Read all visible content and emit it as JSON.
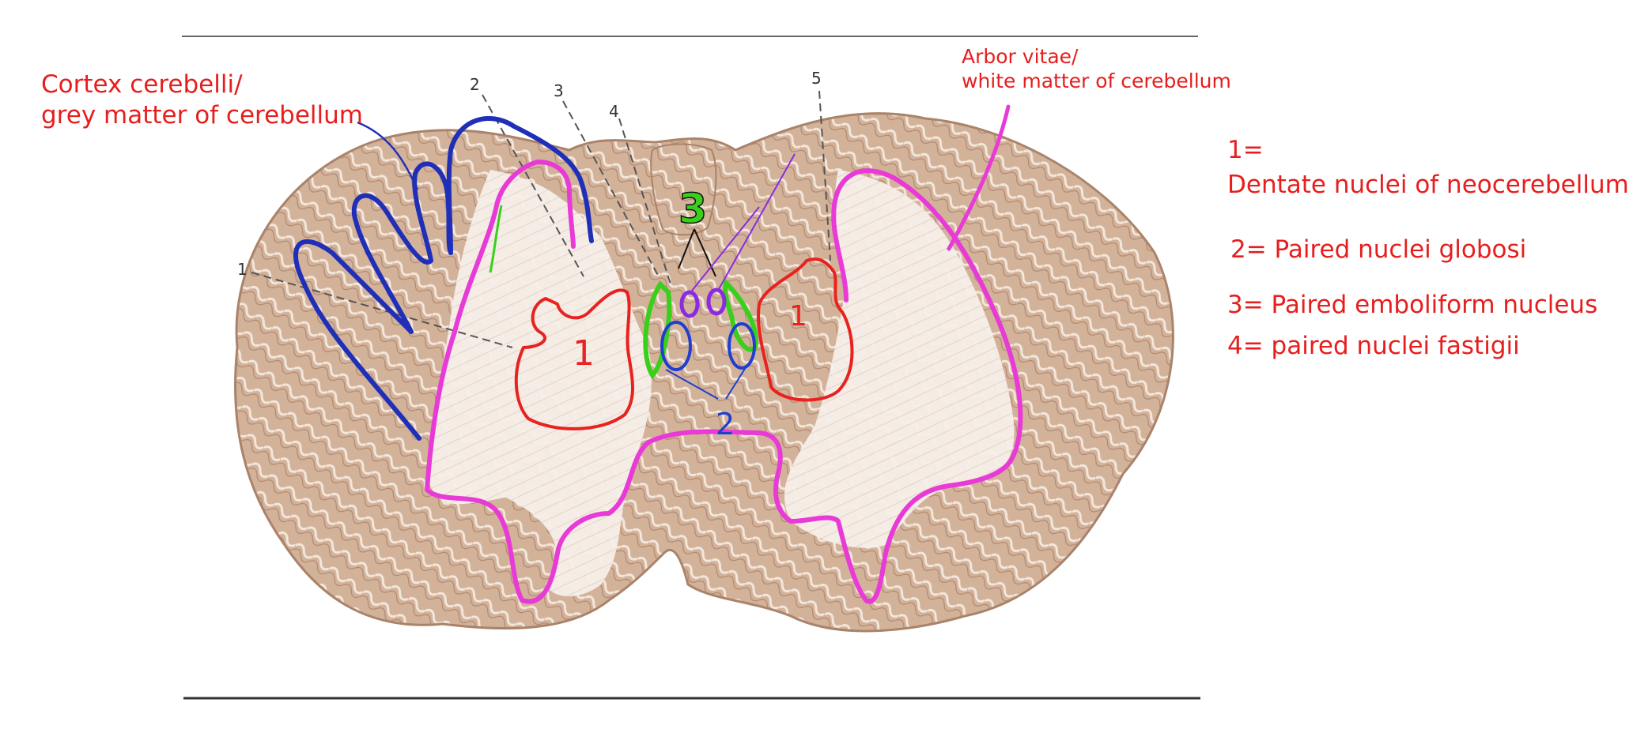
{
  "labels": {
    "cortex_line1": "Cortex cerebelli/",
    "cortex_line2": "grey matter of cerebellum",
    "arbor_line1": "Arbor vitae/",
    "arbor_line2": "white matter of cerebellum"
  },
  "legend": {
    "item1_line1": "1=",
    "item1_line2": "Dentate nuclei of neocerebellum",
    "item2": "2= Paired nuclei globosi",
    "item3": "3= Paired emboliform nucleus",
    "item4": "4= paired nuclei fastigii"
  },
  "figure_numbers": [
    "1",
    "2",
    "3",
    "4",
    "5"
  ],
  "handwritten_marks": {
    "dentate_left": "1",
    "dentate_right": "1",
    "emboliform": "3",
    "globosi": "2"
  },
  "colors": {
    "label_red": "#e61e1e",
    "grey_matter_outline": "#1f2fb8",
    "white_matter_outline": "#e83ad6",
    "dentate_outline": "#e8221e",
    "emboliform_outline": "#39d01c",
    "fastigial_outline": "#8a2be2",
    "globose_outline": "#1f3fd0",
    "tissue_tan": "#c9a58a",
    "white_matter_fill": "#f4ece6"
  }
}
